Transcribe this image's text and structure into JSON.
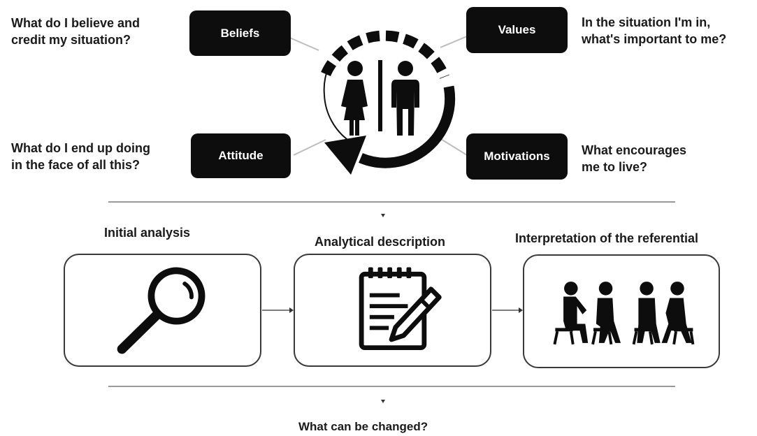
{
  "cycle": {
    "beliefs": {
      "label": "Beliefs",
      "question": [
        "What do I believe and",
        "credit my situation?"
      ]
    },
    "values": {
      "label": "Values",
      "question": [
        "In the situation I'm in,",
        "what's important to me?"
      ]
    },
    "attitude": {
      "label": "Attitude",
      "question": [
        "What do I end up doing",
        "in the face of all this?"
      ]
    },
    "motivations": {
      "label": "Motivations",
      "question": [
        "What encourages",
        "me to live?"
      ]
    }
  },
  "process": {
    "steps": [
      {
        "label": "Initial analysis",
        "icon": "magnifier-icon"
      },
      {
        "label": "Analytical description",
        "icon": "notepad-pencil-icon"
      },
      {
        "label": "Interpretation of the referential",
        "icon": "group-meeting-icon"
      }
    ]
  },
  "outcome": {
    "question": "What can be changed?"
  },
  "colors": {
    "ink": "#0d0d0d",
    "line": "#9a9a9a",
    "box_border": "#3a3a3a"
  }
}
